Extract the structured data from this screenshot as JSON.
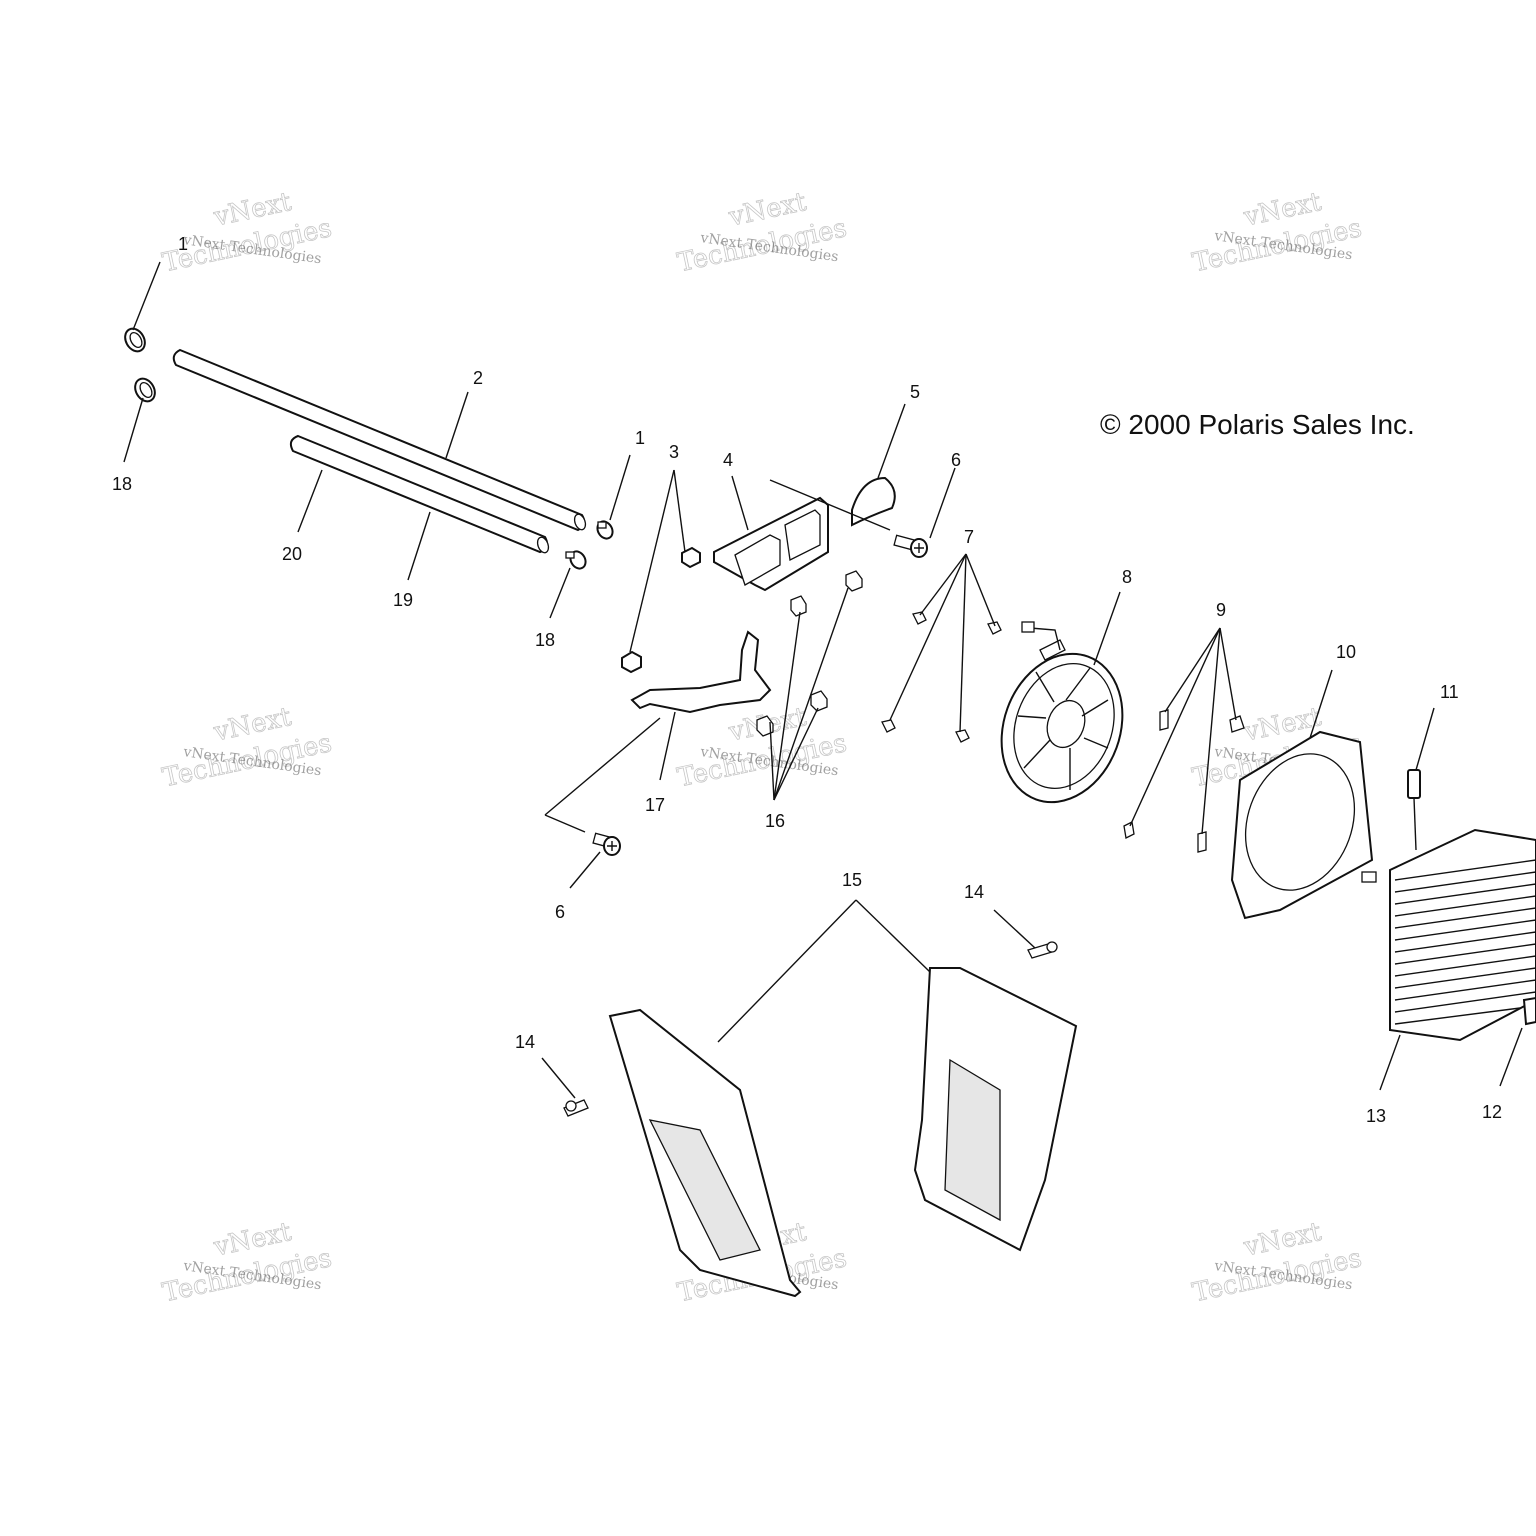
{
  "copyright": "© 2000 Polaris Sales Inc.",
  "watermark": {
    "line1": "vNext Technologies",
    "line2a": "vNext",
    "line2b": "Technologies"
  },
  "callouts": {
    "c1_top": "1",
    "c1": "1",
    "c2": "2",
    "c3": "3",
    "c4": "4",
    "c5": "5",
    "c6_top": "6",
    "c6_bottom": "6",
    "c7": "7",
    "c8": "8",
    "c9": "9",
    "c10": "10",
    "c11": "11",
    "c12": "12",
    "c13": "13",
    "c14_top": "14",
    "c14_left": "14",
    "c15": "15",
    "c16": "16",
    "c17": "17",
    "c18_top": "18",
    "c18_bottom": "18",
    "c19": "19",
    "c20": "20"
  }
}
